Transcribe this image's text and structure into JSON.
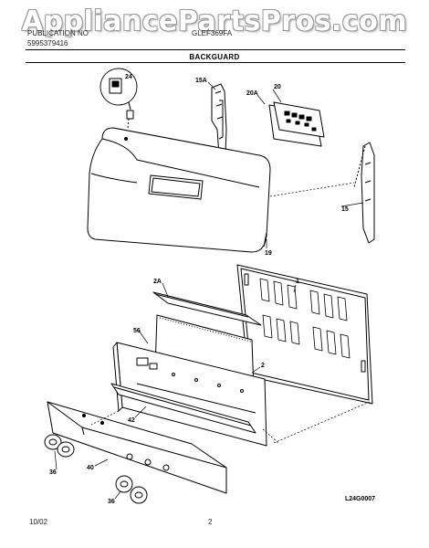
{
  "watermark": "AppliancePartsPros.com",
  "header": {
    "pub_label": "PUBLICATION NO",
    "pub_number": "5995379416",
    "model": "GLEF369FA"
  },
  "title": "BACKGUARD",
  "callouts": {
    "c24": "24",
    "c15a": "15A",
    "c20": "20",
    "c20a": "20A",
    "c15": "15",
    "c19": "19",
    "c1": "1",
    "c2a": "2A",
    "c56": "56",
    "c2": "2",
    "c42": "42",
    "c40": "40",
    "c36a": "36",
    "c36b": "36"
  },
  "footer": {
    "date": "10/02",
    "page": "2",
    "drawing_code": "L24G0007"
  }
}
